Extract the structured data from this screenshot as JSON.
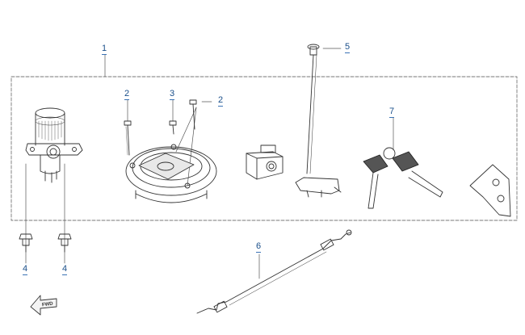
{
  "callouts": {
    "ignition_assembly": "1",
    "screw_a": "2",
    "screw_b": "3",
    "screw_c": "2",
    "bolt_left": "4",
    "bolt_right": "4",
    "seat_bolt": "5",
    "seat_cable": "6",
    "key_set": "7"
  },
  "fwd_arrow_text": "FWD",
  "colors": {
    "line": "#333333",
    "callout": "#1a4f8a",
    "frame": "#777777"
  }
}
